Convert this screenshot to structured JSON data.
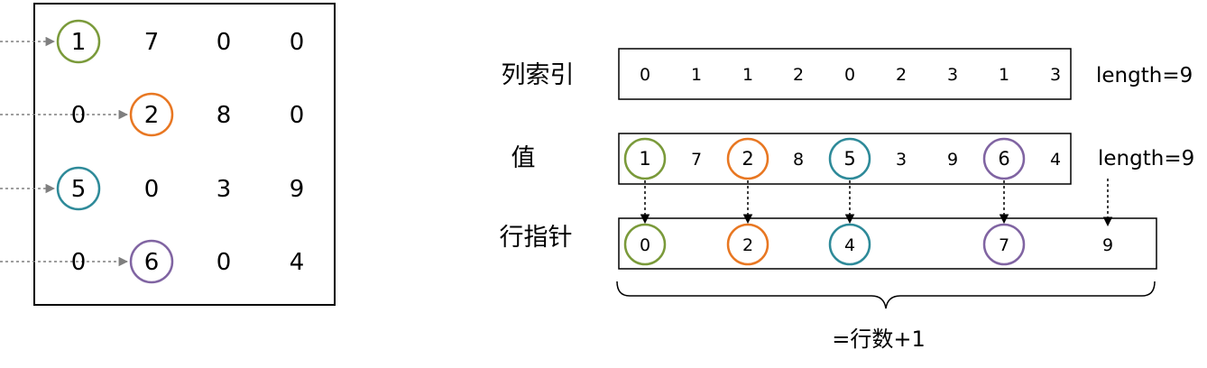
{
  "matrix": {
    "rows": [
      [
        "1",
        "7",
        "0",
        "0"
      ],
      [
        "0",
        "2",
        "8",
        "0"
      ],
      [
        "5",
        "0",
        "3",
        "9"
      ],
      [
        "0",
        "6",
        "0",
        "4"
      ]
    ],
    "highlighted": [
      {
        "row": 0,
        "col": 0,
        "color": "#7a9a3a"
      },
      {
        "row": 1,
        "col": 1,
        "color": "#e87722"
      },
      {
        "row": 2,
        "col": 0,
        "color": "#2e8a99"
      },
      {
        "row": 3,
        "col": 1,
        "color": "#8064a2"
      }
    ]
  },
  "arrays": {
    "col_index": {
      "label": "列索引",
      "values": [
        "0",
        "1",
        "1",
        "2",
        "0",
        "2",
        "3",
        "1",
        "3"
      ],
      "length_text": "length=9"
    },
    "values": {
      "label": "值",
      "values": [
        "1",
        "7",
        "2",
        "8",
        "5",
        "3",
        "9",
        "6",
        "4"
      ],
      "circled": [
        0,
        2,
        4,
        7
      ],
      "length_text": "length=9"
    },
    "row_ptr": {
      "label": "行指针",
      "values": [
        "0",
        "2",
        "4",
        "7",
        "9"
      ],
      "circled": [
        0,
        1,
        2,
        3
      ]
    }
  },
  "brace_label": "=行数+1",
  "colors": {
    "green": "#7a9a3a",
    "orange": "#e87722",
    "teal": "#2e8a99",
    "purple": "#8064a2",
    "dotted_gray": "#7f7f7f"
  }
}
